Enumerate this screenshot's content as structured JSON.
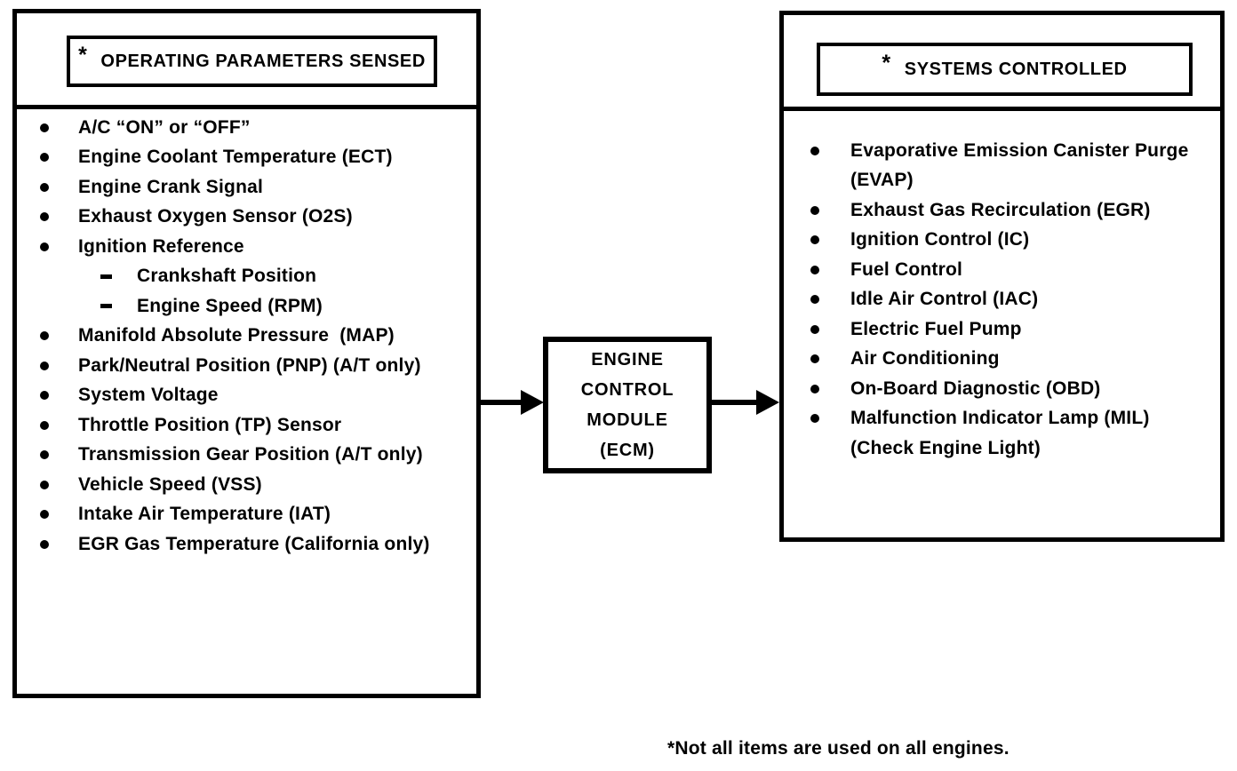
{
  "left_panel": {
    "title": "OPERATING PARAMETERS SENSED",
    "asterisk": "*",
    "items": [
      {
        "marker": "dot",
        "text": "A/C “ON” or “OFF”"
      },
      {
        "marker": "dot",
        "text": "Engine Coolant Temperature (ECT)"
      },
      {
        "marker": "dot",
        "text": "Engine Crank Signal"
      },
      {
        "marker": "dot",
        "text": "Exhaust Oxygen Sensor (O2S)"
      },
      {
        "marker": "dot",
        "text": "Ignition Reference"
      },
      {
        "marker": "dash",
        "text": "Crankshaft Position"
      },
      {
        "marker": "dash",
        "text": "Engine Speed (RPM)"
      },
      {
        "marker": "dot",
        "text": "Manifold Absolute Pressure  (MAP)"
      },
      {
        "marker": "dot",
        "text": "Park/Neutral Position (PNP) (A/T only)"
      },
      {
        "marker": "dot",
        "text": "System Voltage"
      },
      {
        "marker": "dot",
        "text": "Throttle Position (TP) Sensor"
      },
      {
        "marker": "dot",
        "text": "Transmission Gear Position (A/T only)"
      },
      {
        "marker": "dot",
        "text": "Vehicle Speed (VSS)"
      },
      {
        "marker": "dot",
        "text": "Intake Air Temperature (IAT)"
      },
      {
        "marker": "dot",
        "text": "EGR Gas Temperature (California only)"
      }
    ]
  },
  "center": {
    "lines": [
      "ENGINE",
      "CONTROL",
      "MODULE",
      "(ECM)"
    ]
  },
  "right_panel": {
    "title": "SYSTEMS CONTROLLED",
    "asterisk": "*",
    "items": [
      {
        "marker": "dot",
        "text": "Evaporative Emission Canister Purge"
      },
      {
        "marker": "none",
        "text": "(EVAP)"
      },
      {
        "marker": "dot",
        "text": "Exhaust Gas Recirculation (EGR)"
      },
      {
        "marker": "dot",
        "text": "Ignition Control (IC)"
      },
      {
        "marker": "dot",
        "text": "Fuel Control"
      },
      {
        "marker": "dot",
        "text": "Idle Air Control (IAC)"
      },
      {
        "marker": "dot",
        "text": "Electric Fuel Pump"
      },
      {
        "marker": "dot",
        "text": "Air Conditioning"
      },
      {
        "marker": "dot",
        "text": "On-Board Diagnostic (OBD)"
      },
      {
        "marker": "dot",
        "text": "Malfunction Indicator Lamp (MIL)"
      },
      {
        "marker": "none",
        "text": "(Check Engine Light)"
      }
    ]
  },
  "footnote": "*Not all items are used on all engines.",
  "colors": {
    "ink": "#000000",
    "background": "#ffffff"
  }
}
